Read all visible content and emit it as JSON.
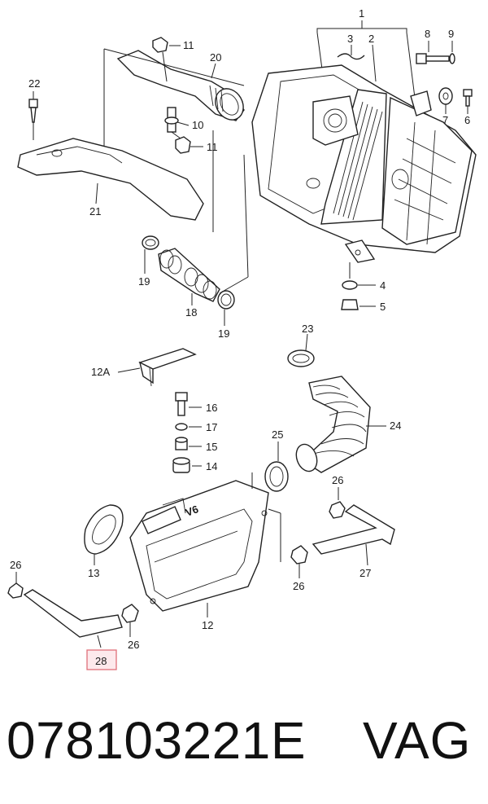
{
  "labels": {
    "l1": "1",
    "l2": "2",
    "l3": "3",
    "l4": "4",
    "l5": "5",
    "l6": "6",
    "l7": "7",
    "l8": "8",
    "l9": "9",
    "l10": "10",
    "l11a": "11",
    "l11b": "11",
    "l12": "12",
    "l12a": "12A",
    "l13": "13",
    "l14": "14",
    "l15": "15",
    "l16": "16",
    "l17": "17",
    "l18": "18",
    "l19a": "19",
    "l19b": "19",
    "l20": "20",
    "l21": "21",
    "l22": "22",
    "l23": "23",
    "l24": "24",
    "l25": "25",
    "l26a": "26",
    "l26b": "26",
    "l26c": "26",
    "l26d": "26",
    "l27": "27",
    "l28": "28"
  },
  "housing_text": "V6",
  "highlight_color": "#e0707a",
  "highlight_fill": "#fde9ec",
  "footer": {
    "part_number": "078103221E",
    "brand": "VAG"
  }
}
